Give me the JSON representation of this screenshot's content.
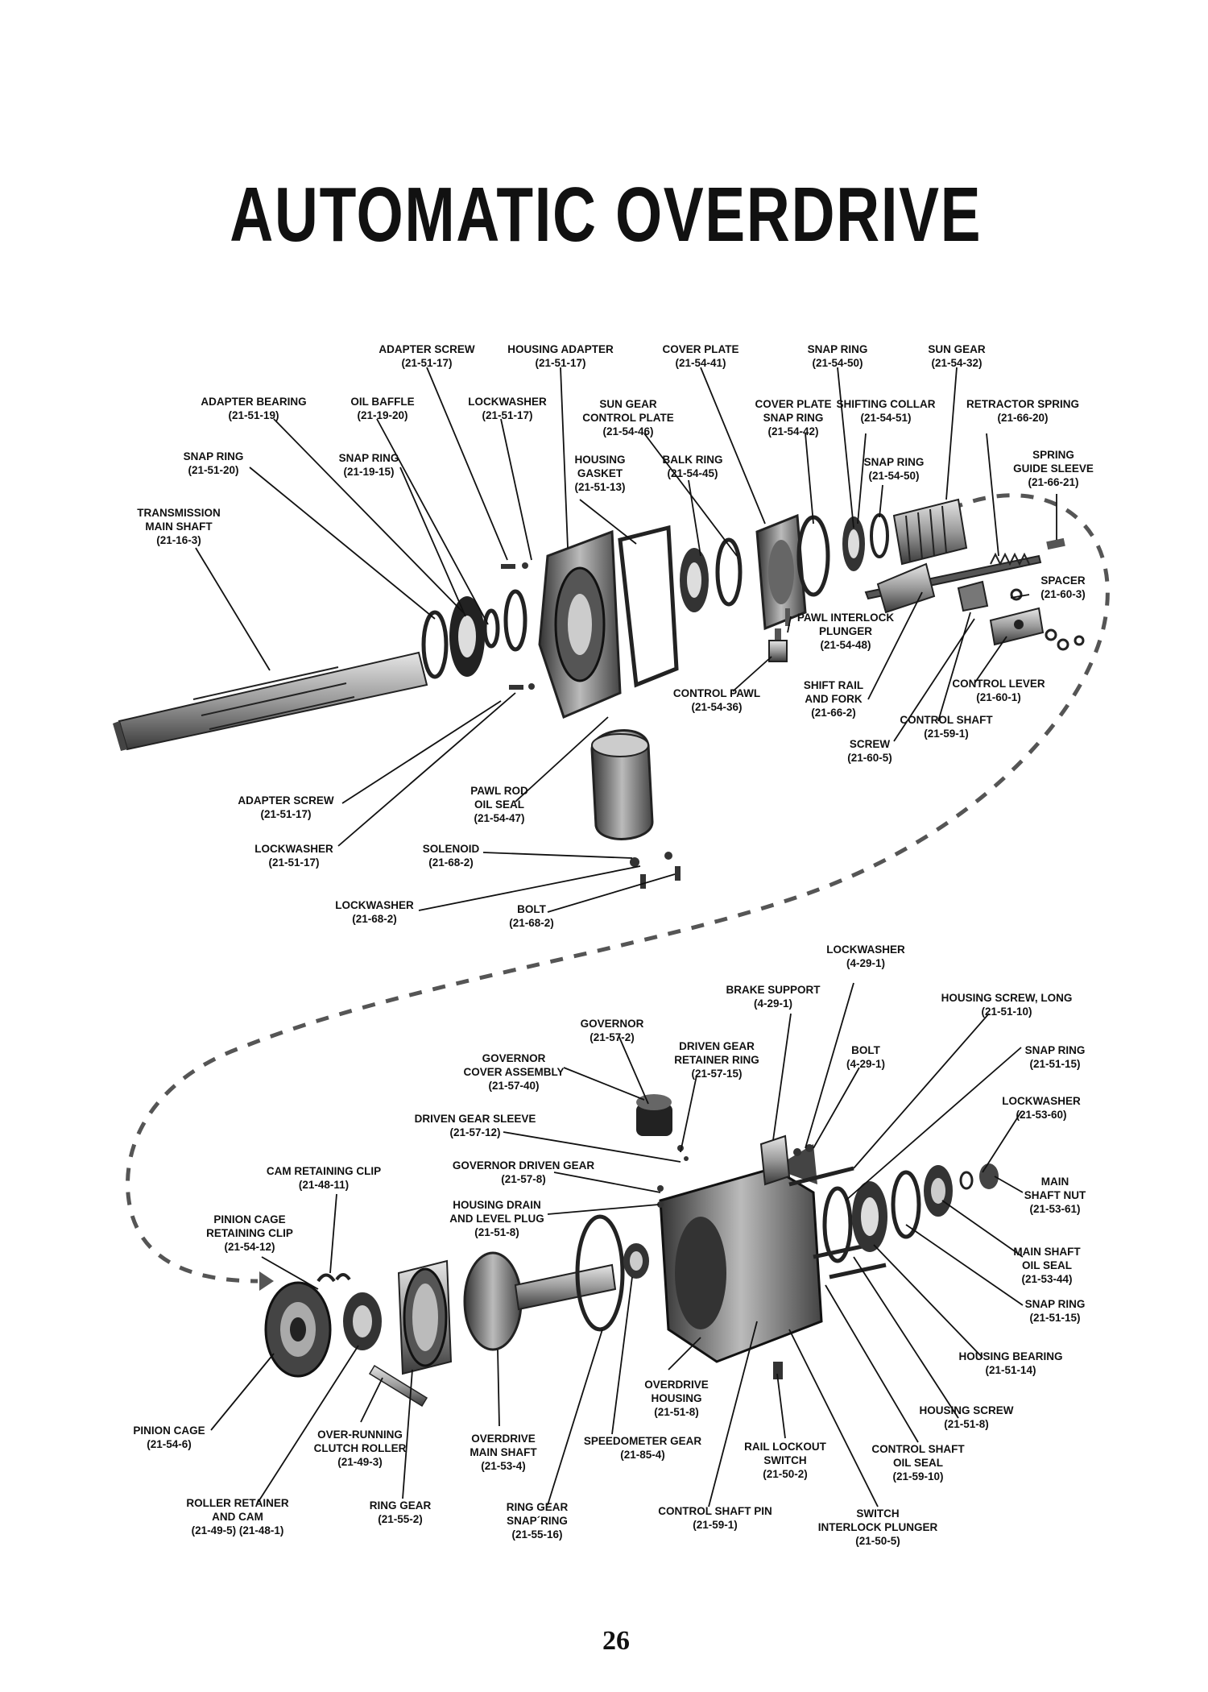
{
  "title": "AUTOMATIC OVERDRIVE",
  "page_number": "26",
  "labels": [
    {
      "id": "adapter-screw-top",
      "lines": [
        "ADAPTER SCREW",
        "(21-51-17)"
      ]
    },
    {
      "id": "housing-adapter",
      "lines": [
        "HOUSING ADAPTER",
        "(21-51-17)"
      ]
    },
    {
      "id": "cover-plate",
      "lines": [
        "COVER PLATE",
        "(21-54-41)"
      ]
    },
    {
      "id": "snap-ring-21-54-50-top",
      "lines": [
        "SNAP RING",
        "(21-54-50)"
      ]
    },
    {
      "id": "sun-gear",
      "lines": [
        "SUN GEAR",
        "(21-54-32)"
      ]
    },
    {
      "id": "adapter-bearing",
      "lines": [
        "ADAPTER BEARING",
        "(21-51-19)"
      ]
    },
    {
      "id": "oil-baffle",
      "lines": [
        "OIL BAFFLE",
        "(21-19-20)"
      ]
    },
    {
      "id": "lockwasher-21-51-17-top",
      "lines": [
        "LOCKWASHER",
        "(21-51-17)"
      ]
    },
    {
      "id": "sun-gear-control-plate",
      "lines": [
        "SUN GEAR",
        "CONTROL PLATE",
        "(21-54-46)"
      ]
    },
    {
      "id": "cover-plate-snap-ring",
      "lines": [
        "COVER PLATE",
        "SNAP RING",
        "(21-54-42)"
      ]
    },
    {
      "id": "shifting-collar",
      "lines": [
        "SHIFTING COLLAR",
        "(21-54-51)"
      ]
    },
    {
      "id": "retractor-spring",
      "lines": [
        "RETRACTOR SPRING",
        "(21-66-20)"
      ]
    },
    {
      "id": "snap-ring-21-51-20",
      "lines": [
        "SNAP RING",
        "(21-51-20)"
      ]
    },
    {
      "id": "snap-ring-21-19-15",
      "lines": [
        "SNAP RING",
        "(21-19-15)"
      ]
    },
    {
      "id": "housing-gasket",
      "lines": [
        "HOUSING",
        "GASKET",
        "(21-51-13)"
      ]
    },
    {
      "id": "balk-ring",
      "lines": [
        "BALK RING",
        "(21-54-45)"
      ]
    },
    {
      "id": "snap-ring-21-54-50",
      "lines": [
        "SNAP RING",
        "(21-54-50)"
      ]
    },
    {
      "id": "spring-guide-sleeve",
      "lines": [
        "SPRING",
        "GUIDE SLEEVE",
        "(21-66-21)"
      ]
    },
    {
      "id": "transmission-main-shaft",
      "lines": [
        "TRANSMISSION",
        "MAIN SHAFT",
        "(21-16-3)"
      ]
    },
    {
      "id": "spacer",
      "lines": [
        "SPACER",
        "(21-60-3)"
      ]
    },
    {
      "id": "pawl-interlock-plunger",
      "lines": [
        "PAWL INTERLOCK",
        "PLUNGER",
        "(21-54-48)"
      ]
    },
    {
      "id": "control-pawl",
      "lines": [
        "CONTROL PAWL",
        "(21-54-36)"
      ]
    },
    {
      "id": "shift-rail-and-fork",
      "lines": [
        "SHIFT RAIL",
        "AND FORK",
        "(21-66-2)"
      ]
    },
    {
      "id": "control-lever",
      "lines": [
        "CONTROL LEVER",
        "(21-60-1)"
      ]
    },
    {
      "id": "control-shaft",
      "lines": [
        "CONTROL SHAFT",
        "(21-59-1)"
      ]
    },
    {
      "id": "screw",
      "lines": [
        "SCREW",
        "(21-60-5)"
      ]
    },
    {
      "id": "adapter-screw-bottom",
      "lines": [
        "ADAPTER SCREW",
        "(21-51-17)"
      ]
    },
    {
      "id": "pawl-rod-oil-seal",
      "lines": [
        "PAWL ROD",
        "OIL SEAL",
        "(21-54-47)"
      ]
    },
    {
      "id": "lockwasher-21-51-17-bottom",
      "lines": [
        "LOCKWASHER",
        "(21-51-17)"
      ]
    },
    {
      "id": "solenoid",
      "lines": [
        "SOLENOID",
        "(21-68-2)"
      ]
    },
    {
      "id": "lockwasher-21-68-2",
      "lines": [
        "LOCKWASHER",
        "(21-68-2)"
      ]
    },
    {
      "id": "bolt-21-68-2",
      "lines": [
        "BOLT",
        "(21-68-2)"
      ]
    },
    {
      "id": "lockwasher-4-29-1",
      "lines": [
        "LOCKWASHER",
        "(4-29-1)"
      ]
    },
    {
      "id": "brake-support",
      "lines": [
        "BRAKE SUPPORT",
        "(4-29-1)"
      ]
    },
    {
      "id": "housing-screw-long",
      "lines": [
        "HOUSING SCREW, LONG",
        "(21-51-10)"
      ]
    },
    {
      "id": "governor",
      "lines": [
        "GOVERNOR",
        "(21-57-2)"
      ]
    },
    {
      "id": "driven-gear-retainer-ring",
      "lines": [
        "DRIVEN GEAR",
        "RETAINER RING",
        "(21-57-15)"
      ]
    },
    {
      "id": "bolt-4-29-1",
      "lines": [
        "BOLT",
        "(4-29-1)"
      ]
    },
    {
      "id": "snap-ring-21-51-15-top",
      "lines": [
        "SNAP RING",
        "(21-51-15)"
      ]
    },
    {
      "id": "governor-cover-assembly",
      "lines": [
        "GOVERNOR",
        "COVER ASSEMBLY",
        "(21-57-40)"
      ]
    },
    {
      "id": "lockwasher-21-53-60",
      "lines": [
        "LOCKWASHER",
        "(21-53-60)"
      ]
    },
    {
      "id": "driven-gear-sleeve",
      "lines": [
        "DRIVEN GEAR SLEEVE",
        "(21-57-12)"
      ]
    },
    {
      "id": "cam-retaining-clip",
      "lines": [
        "CAM RETAINING CLIP",
        "(21-48-11)"
      ]
    },
    {
      "id": "governor-driven-gear",
      "lines": [
        "GOVERNOR DRIVEN GEAR",
        "(21-57-8)"
      ]
    },
    {
      "id": "main-shaft-nut",
      "lines": [
        "MAIN",
        "SHAFT NUT",
        "(21-53-61)"
      ]
    },
    {
      "id": "housing-drain-and-level-plug",
      "lines": [
        "HOUSING DRAIN",
        "AND LEVEL PLUG",
        "(21-51-8)"
      ]
    },
    {
      "id": "pinion-cage-retaining-clip",
      "lines": [
        "PINION CAGE",
        "RETAINING CLIP",
        "(21-54-12)"
      ]
    },
    {
      "id": "main-shaft-oil-seal",
      "lines": [
        "MAIN SHAFT",
        "OIL SEAL",
        "(21-53-44)"
      ]
    },
    {
      "id": "snap-ring-21-51-15",
      "lines": [
        "SNAP RING",
        "(21-51-15)"
      ]
    },
    {
      "id": "housing-bearing",
      "lines": [
        "HOUSING BEARING",
        "(21-51-14)"
      ]
    },
    {
      "id": "overdrive-housing",
      "lines": [
        "OVERDRIVE",
        "HOUSING",
        "(21-51-8)"
      ]
    },
    {
      "id": "housing-screw",
      "lines": [
        "HOUSING SCREW",
        "(21-51-8)"
      ]
    },
    {
      "id": "pinion-cage",
      "lines": [
        "PINION CAGE",
        "(21-54-6)"
      ]
    },
    {
      "id": "over-running-clutch-roller",
      "lines": [
        "OVER-RUNNING",
        "CLUTCH ROLLER",
        "(21-49-3)"
      ]
    },
    {
      "id": "overdrive-main-shaft",
      "lines": [
        "OVERDRIVE",
        "MAIN SHAFT",
        "(21-53-4)"
      ]
    },
    {
      "id": "speedometer-gear",
      "lines": [
        "SPEEDOMETER GEAR",
        "(21-85-4)"
      ]
    },
    {
      "id": "rail-lockout-switch",
      "lines": [
        "RAIL LOCKOUT",
        "SWITCH",
        "(21-50-2)"
      ]
    },
    {
      "id": "control-shaft-oil-seal",
      "lines": [
        "CONTROL SHAFT",
        "OIL SEAL",
        "(21-59-10)"
      ]
    },
    {
      "id": "roller-retainer-and-cam",
      "lines": [
        "ROLLER RETAINER",
        "AND CAM",
        "(21-49-5) (21-48-1)"
      ]
    },
    {
      "id": "ring-gear",
      "lines": [
        "RING GEAR",
        "(21-55-2)"
      ]
    },
    {
      "id": "ring-gear-snap-ring",
      "lines": [
        "RING GEAR",
        "SNAP´RING",
        "(21-55-16)"
      ]
    },
    {
      "id": "control-shaft-pin",
      "lines": [
        "CONTROL SHAFT PIN",
        "(21-59-1)"
      ]
    },
    {
      "id": "switch-interlock-plunger",
      "lines": [
        "SWITCH",
        "INTERLOCK PLUNGER",
        "(21-50-5)"
      ]
    }
  ]
}
